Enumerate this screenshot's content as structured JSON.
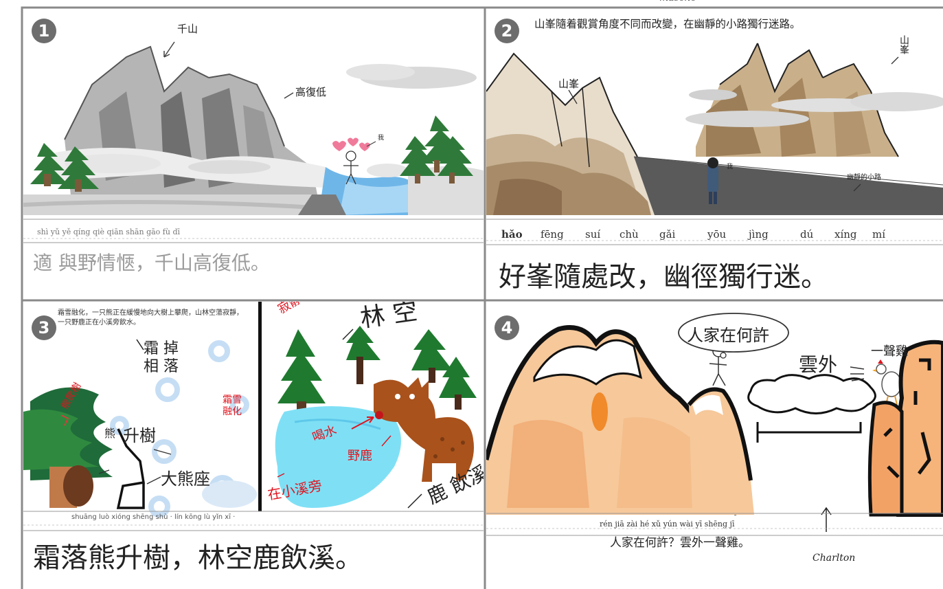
{
  "top_scribble": "masche",
  "panels": [
    {
      "number": "1",
      "labels": {
        "peaks": "千山",
        "height": "高復低",
        "person": "我"
      },
      "pinyin": "shì  yǔ  yě  qíng  qiè   qiān shān gāo fù  dī",
      "verse": "適 與野情愜，千山高復低。"
    },
    {
      "number": "2",
      "caption": "山峯隨着觀賞角度不同而改變，在幽靜的小路獨行迷路。",
      "labels": {
        "peak_left": "山峯",
        "peak_right": "山峯",
        "walker": "我",
        "path": "幽靜的小路"
      },
      "pinyin": [
        "hǎo",
        "fēng",
        "suí",
        "chù",
        "gǎi",
        "yōu",
        "jìng",
        "dú",
        "xíng",
        "mí"
      ],
      "verse": "好峯隨處改，幽徑獨行迷。"
    },
    {
      "number": "3",
      "caption": "霜雪融化，一只熊正在緩慢地向大樹上攀爬，山林空蕩寂靜，一只野鹿正在小溪旁飲水。",
      "labels": {
        "frost": "霜 掉 相 落",
        "bear_climb": "熊爬樹",
        "bear_cn": "熊",
        "climb_tree": "升樹",
        "great_bear": "大熊座",
        "snow_melt": "霜雪 融化",
        "quiet": "寂靜",
        "forest_empty": "林 空",
        "drink": "喝水",
        "deer": "野鹿",
        "stream": "在小溪旁",
        "deer_drink": "鹿 飲溪"
      },
      "pinyin": "shuāng luò xióng shēng shù  ·  lín kōng lù yǐn xī  ·",
      "verse": "霜落熊升樹，林空鹿飲溪。"
    },
    {
      "number": "4",
      "labels": {
        "bubble": "人家在何許",
        "cloud": "雲外",
        "rooster": "一聲雞",
        "signature": "Charlton"
      },
      "pinyin": "rén  jiā  zài hé  xǔ   yún wài yī shēng  jī",
      "verse": "人家在何許？雲外一聲雞。"
    }
  ],
  "colors": {
    "border": "#8a8a8a",
    "badge": "#6d6d6d",
    "red_notes": "#e0141e",
    "pine": "#2f8a2f",
    "water": "#7fe0f5",
    "deer": "#a9521c",
    "orange_mountain": "#f6b47a"
  }
}
